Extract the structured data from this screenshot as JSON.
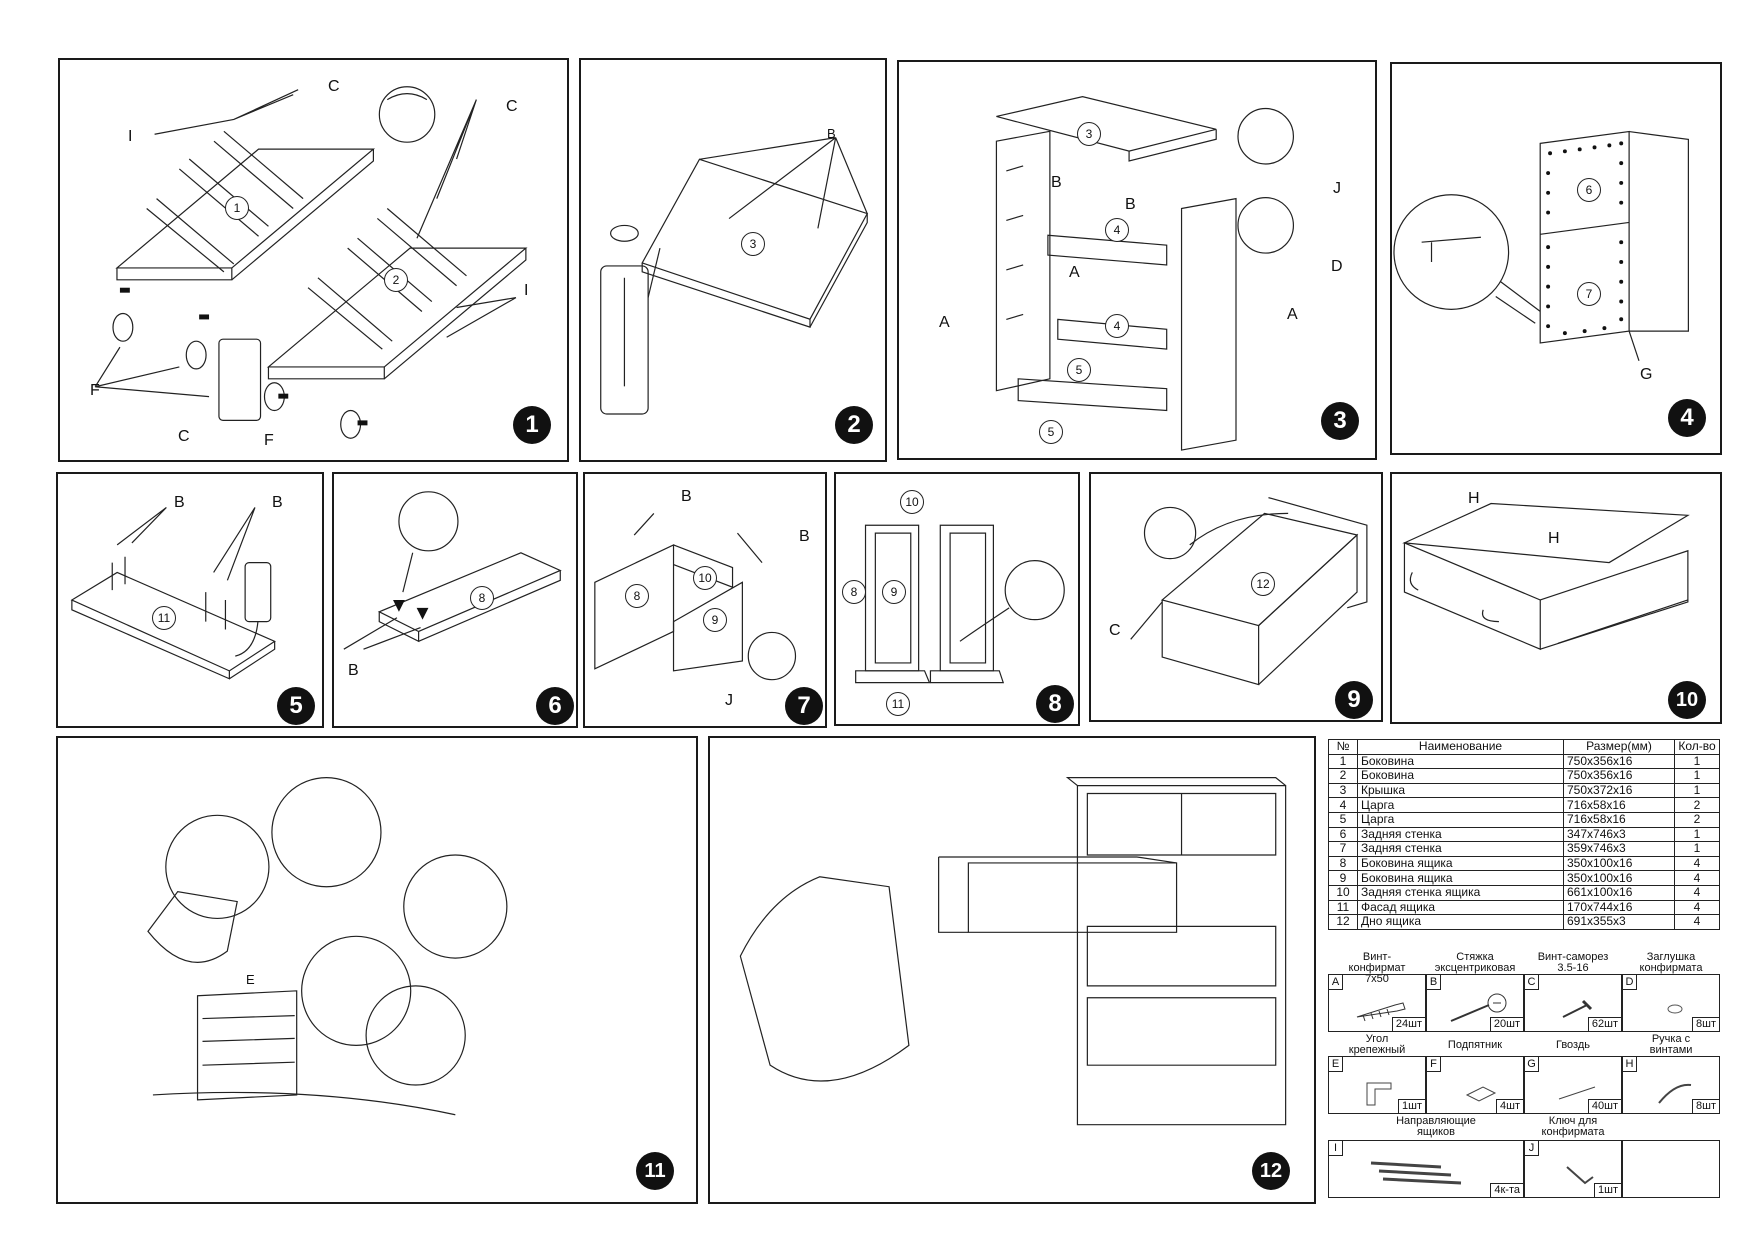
{
  "steps": [
    {
      "badge": "1",
      "labels": [
        "C",
        "C",
        "I",
        "I",
        "F",
        "F",
        "C"
      ],
      "parts": [
        "1",
        "2"
      ]
    },
    {
      "badge": "2",
      "labels": [
        "B"
      ],
      "parts": [
        "3"
      ]
    },
    {
      "badge": "3",
      "labels": [
        "B",
        "B",
        "A",
        "A",
        "A",
        "J",
        "D"
      ],
      "parts": [
        "3",
        "4",
        "4",
        "5",
        "5"
      ]
    },
    {
      "badge": "4",
      "labels": [
        "G"
      ],
      "parts": [
        "6",
        "7"
      ]
    },
    {
      "badge": "5",
      "labels": [
        "B",
        "B"
      ],
      "parts": [
        "11"
      ]
    },
    {
      "badge": "6",
      "labels": [
        "B"
      ],
      "parts": [
        "8"
      ]
    },
    {
      "badge": "7",
      "labels": [
        "B",
        "B",
        "J"
      ],
      "parts": [
        "8",
        "10",
        "9"
      ]
    },
    {
      "badge": "8",
      "labels": [],
      "parts": [
        "10",
        "8",
        "9",
        "11"
      ]
    },
    {
      "badge": "9",
      "labels": [
        "C"
      ],
      "parts": [
        "12"
      ]
    },
    {
      "badge": "10",
      "labels": [
        "H",
        "H"
      ],
      "parts": []
    },
    {
      "badge": "11",
      "labels": [
        "E"
      ],
      "parts": []
    },
    {
      "badge": "12",
      "labels": [],
      "parts": []
    }
  ],
  "parts_table": {
    "headers": [
      "№",
      "Наименование",
      "Размер(мм)",
      "Кол-во"
    ],
    "rows": [
      [
        "1",
        "Боковина",
        "750x356x16",
        "1"
      ],
      [
        "2",
        "Боковина",
        "750x356x16",
        "1"
      ],
      [
        "3",
        "Крышка",
        "750x372x16",
        "1"
      ],
      [
        "4",
        "Царга",
        "716x58x16",
        "2"
      ],
      [
        "5",
        "Царга",
        "716x58x16",
        "2"
      ],
      [
        "6",
        "Задняя стенка",
        "347x746x3",
        "1"
      ],
      [
        "7",
        "Задняя стенка",
        "359x746x3",
        "1"
      ],
      [
        "8",
        "Боковина ящика",
        "350x100x16",
        "4"
      ],
      [
        "9",
        "Боковина ящика",
        "350x100x16",
        "4"
      ],
      [
        "10",
        "Задняя стенка ящика",
        "661x100x16",
        "4"
      ],
      [
        "11",
        "Фасад ящика",
        "170x744x16",
        "4"
      ],
      [
        "12",
        "Дно ящика",
        "691x355x3",
        "4"
      ]
    ]
  },
  "hardware": [
    {
      "letter": "A",
      "name": "Винт-конфирмат 7x50",
      "qty": "24шт",
      "icon": "confirmat-screw-icon"
    },
    {
      "letter": "B",
      "name": "Стяжка эксцентриковая",
      "qty": "20шт",
      "icon": "eccentric-tie-icon"
    },
    {
      "letter": "C",
      "name": "Винт-саморез 3.5-16",
      "qty": "62шт",
      "icon": "self-tapping-screw-icon"
    },
    {
      "letter": "D",
      "name": "Заглушка конфирмата",
      "qty": "8шт",
      "icon": "cap-plug-icon"
    },
    {
      "letter": "E",
      "name": "Угол крепежный",
      "qty": "1шт",
      "icon": "corner-bracket-icon"
    },
    {
      "letter": "F",
      "name": "Подпятник",
      "qty": "4шт",
      "icon": "glide-foot-icon"
    },
    {
      "letter": "G",
      "name": "Гвоздь",
      "qty": "40шт",
      "icon": "nail-icon"
    },
    {
      "letter": "H",
      "name": "Ручка с винтами",
      "qty": "8шт",
      "icon": "handle-icon"
    },
    {
      "letter": "I",
      "name": "Направляющие ящиков",
      "qty": "4к-та",
      "icon": "drawer-rails-icon"
    },
    {
      "letter": "J",
      "name": "Ключ для конфирмата",
      "qty": "1шт",
      "icon": "hex-key-icon"
    }
  ]
}
